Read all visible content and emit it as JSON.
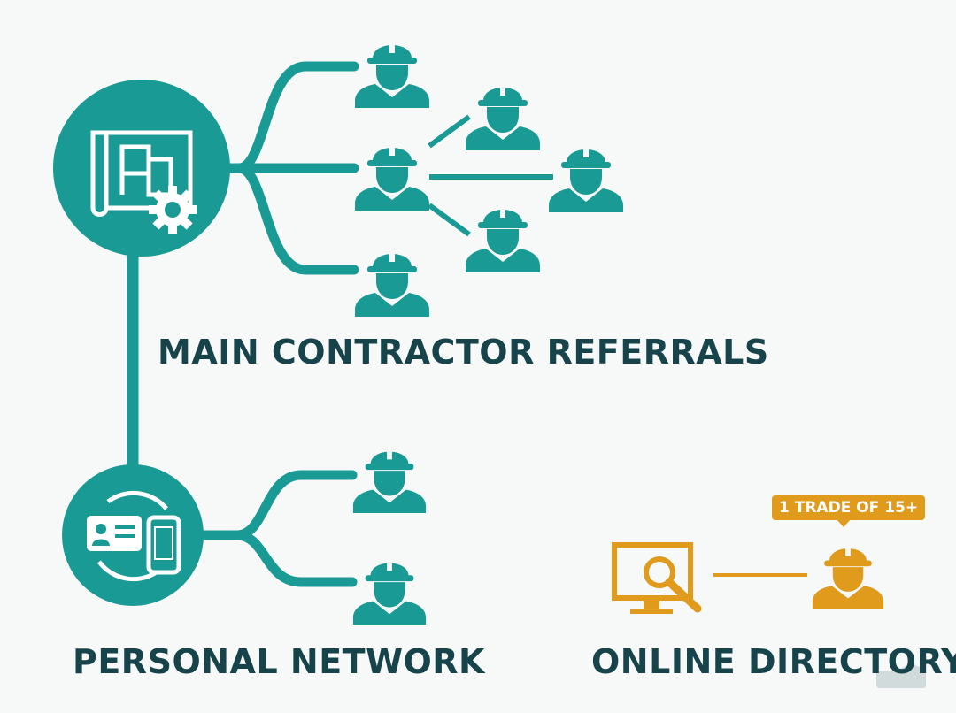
{
  "colors": {
    "teal": "#1a9a95",
    "orange": "#e09a1c",
    "text": "#17434b",
    "background": "#f7f9f8"
  },
  "diagram": {
    "main_hub": {
      "label": "MAIN CONTRACTOR REFERRALS",
      "icon": "blueprint-gear-icon",
      "direct_contacts": 3,
      "referred_contacts": 3
    },
    "personal_hub": {
      "label": "PERSONAL NETWORK",
      "icon": "contact-card-phone-icon",
      "contacts": 2
    },
    "online": {
      "label": "ONLINE DIRECTORY",
      "icon": "monitor-search-icon",
      "badge": "1 TRADE OF 15+",
      "contacts": 1
    }
  }
}
